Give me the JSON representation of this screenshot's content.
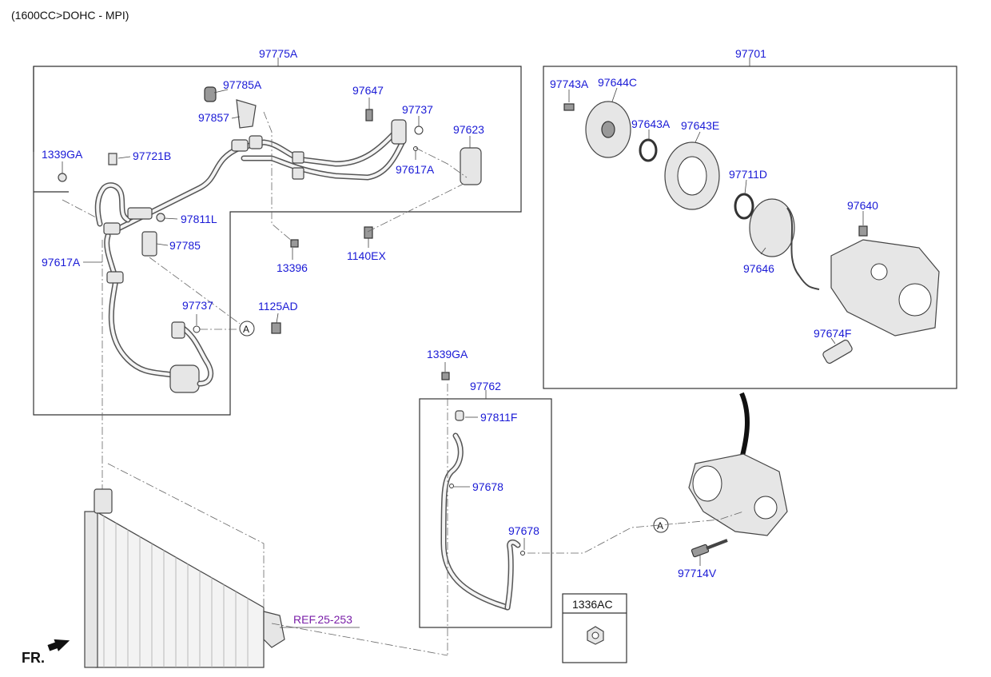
{
  "header": {
    "engine_spec": "(1600CC>DOHC - MPI)"
  },
  "groups": {
    "hose_assembly_box": "97775A",
    "compressor_box": "97701",
    "liquid_tube_box": "97762",
    "nut_box": "1336AC"
  },
  "labels": {
    "p97785A": "97785A",
    "p97857": "97857",
    "p97647": "97647",
    "p97737_top": "97737",
    "p97623": "97623",
    "p97617A_top": "97617A",
    "p1339GA_left": "1339GA",
    "p97721B": "97721B",
    "p97811L": "97811L",
    "p97785": "97785",
    "p13396": "13396",
    "p1140EX": "1140EX",
    "p97617A_left": "97617A",
    "p97737_mid": "97737",
    "p1125AD": "1125AD",
    "p97743A": "97743A",
    "p97644C": "97644C",
    "p97643A": "97643A",
    "p97643E": "97643E",
    "p97711D": "97711D",
    "p97640": "97640",
    "p97646": "97646",
    "p97674F": "97674F",
    "p1339GA_mid": "1339GA",
    "p97811F": "97811F",
    "p97678_a": "97678",
    "p97678_b": "97678",
    "p97714V": "97714V",
    "ref": "REF.25-253",
    "callout_a1": "A",
    "callout_a2": "A",
    "front_marker": "FR."
  },
  "colors": {
    "label_blue": "#1a1ad6",
    "reference_purple": "#7a1fa8",
    "line_dark": "#333333"
  }
}
